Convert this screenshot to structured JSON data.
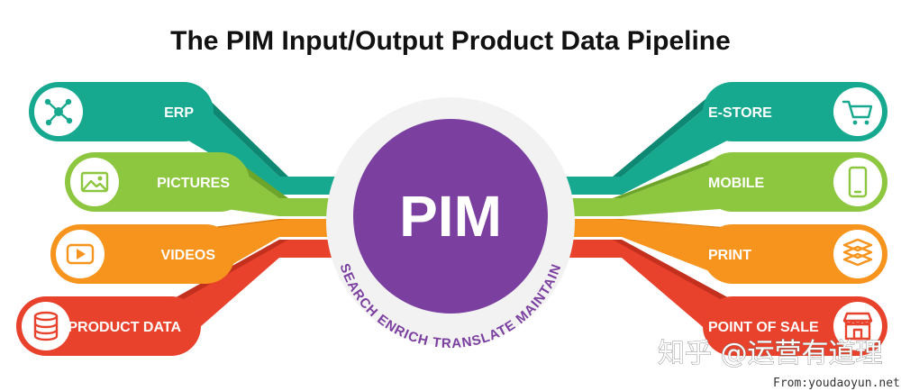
{
  "title": "The PIM Input/Output Product Data Pipeline",
  "center": {
    "label": "PIM",
    "arc_text": "SEARCH ENRICH TRANSLATE MAINTAIN",
    "circle_color": "#7B3FA0",
    "ring_color": "#F2F2F2",
    "arc_text_color": "#7B3FA0"
  },
  "inputs": [
    {
      "label": "ERP",
      "icon": "network-nodes-icon",
      "color": "#17A98F",
      "dark": "#0E8873"
    },
    {
      "label": "PICTURES",
      "icon": "image-icon",
      "color": "#8DC63F",
      "dark": "#6DA52A"
    },
    {
      "label": "VIDEOS",
      "icon": "video-play-icon",
      "color": "#F7941D",
      "dark": "#D9790E"
    },
    {
      "label": "PRODUCT DATA",
      "icon": "database-icon",
      "color": "#E8412C",
      "dark": "#C4301E"
    }
  ],
  "outputs": [
    {
      "label": "E-STORE",
      "icon": "shopping-cart-icon",
      "color": "#17A98F",
      "dark": "#0E8873"
    },
    {
      "label": "MOBILE",
      "icon": "smartphone-icon",
      "color": "#8DC63F",
      "dark": "#6DA52A"
    },
    {
      "label": "PRINT",
      "icon": "layers-icon",
      "color": "#F7941D",
      "dark": "#D9790E"
    },
    {
      "label": "POINT OF SALE",
      "icon": "storefront-icon",
      "color": "#E8412C",
      "dark": "#C4301E"
    }
  ],
  "watermark": {
    "main": "知乎 @运营有道理",
    "source": "From:youdaoyun.net"
  }
}
